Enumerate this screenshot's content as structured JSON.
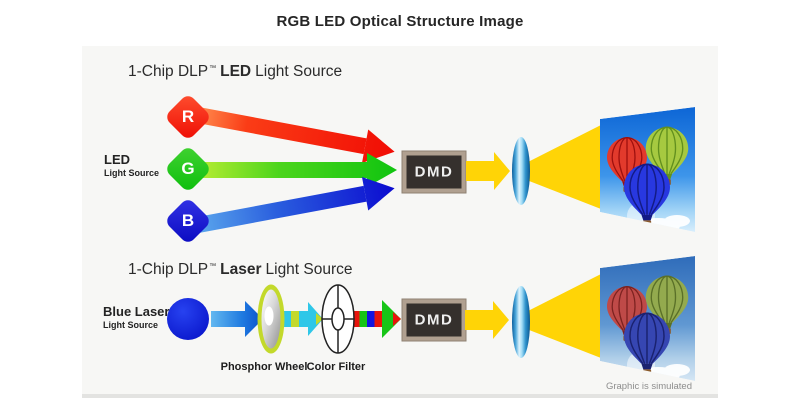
{
  "title": "RGB LED Optical Structure Image",
  "footnote": "Graphic is simulated",
  "led_section": {
    "heading": {
      "prefix": "1-Chip DLP",
      "trademark": "™",
      "highlight": "LED",
      "suffix": "Light Source"
    },
    "source_label": {
      "line1": "LED",
      "line2": "Light Source"
    },
    "chips": {
      "red": "R",
      "green": "G",
      "blue": "B"
    },
    "dmd_label": "DMD"
  },
  "laser_section": {
    "heading": {
      "prefix": "1-Chip DLP",
      "trademark": "™",
      "highlight": "Laser",
      "suffix": "Light Source"
    },
    "source_label": {
      "line1": "Blue Laser",
      "line2": "Light Source"
    },
    "phosphor_wheel_label": "Phosphor Wheel",
    "color_filter_label": "Color Filter",
    "dmd_label": "DMD"
  },
  "colors": {
    "panel_bg": "#f7f7f5",
    "beam_yellow": "#ffd406",
    "stripe_cyan": "#2fc7e8",
    "stripe_lime": "#c3d92b",
    "stripe_red": "#e8140c",
    "stripe_green": "#17c517",
    "stripe_blue": "#1414e0",
    "dmd_bg": "#35302d",
    "dmd_border": "#b0a090",
    "red_arrow": "#f10c04",
    "green_arrow": "#10c410",
    "blue_arrow": "#0b0bd0",
    "laser_blue": "#0712c8",
    "lens_blue": "#2f93cc"
  }
}
